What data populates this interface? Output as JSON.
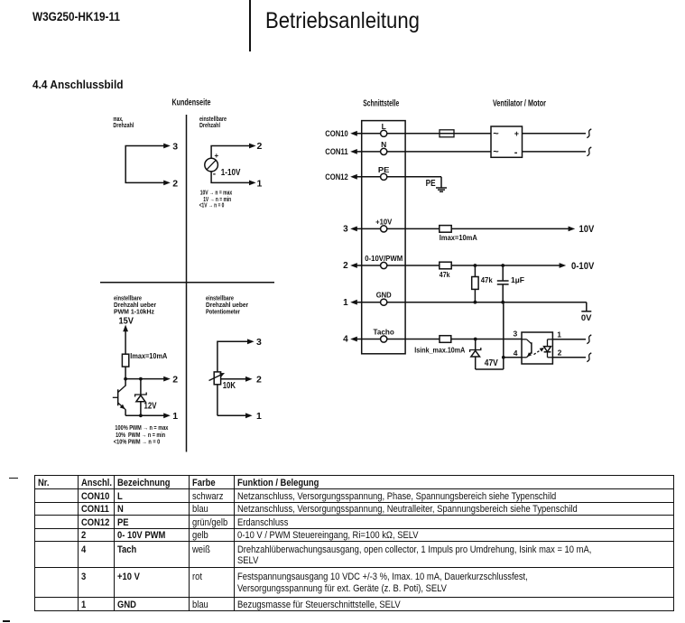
{
  "header": {
    "model": "W3G250-HK19-11",
    "title": "Betriebsanleitung"
  },
  "section": {
    "heading": "4.4 Anschlussbild"
  },
  "diagram": {
    "headings": {
      "customer": "Kundenseite",
      "interface": "Schnittstelle",
      "motor": "Ventilator / Motor"
    },
    "q_max": {
      "caption1": "max,",
      "caption2": "Drehzahl",
      "t_top": "3",
      "t_bot": "2"
    },
    "q_analog": {
      "caption1": "einstellbare",
      "caption2": "Drehzahl",
      "plus": "+",
      "minus": "-",
      "source": "1-10V",
      "t_top": "2",
      "t_bot": "1",
      "note1": "10V → n = max",
      "note2": "1V → n = min",
      "note3": "<1V → n = 0"
    },
    "q_pwm": {
      "caption1": "einstellbare",
      "caption2": "Drehzahl ueber",
      "caption3": "PWM 1-10kHz",
      "supply": "15V",
      "resistor": "Imax=10mA",
      "t_mid": "2",
      "zener": "12V",
      "t_bot": "1",
      "note1": "100% PWM → n = max",
      "note2": "10%  PWM → n = min",
      "note3": "<10% PWM → n = 0"
    },
    "q_poti": {
      "caption1": "einstellbare",
      "caption2": "Drehzahl ueber",
      "caption3": "Potentiometer",
      "pot": "10K",
      "t_top": "3",
      "t_mid": "2",
      "t_bot": "1"
    },
    "interface": {
      "left_labels": [
        "CON10",
        "CON11",
        "CON12",
        "3",
        "2",
        "1",
        "4"
      ],
      "terminals": [
        "L",
        "N",
        "PE",
        "+10V",
        "0-10V/PWM",
        "GND",
        "Tacho"
      ]
    },
    "right": {
      "pe_ground": "PE",
      "rectifier": {
        "ac_top": "~",
        "plus": "+",
        "ac_bot": "~",
        "minus": "-"
      },
      "r_10v": "Imax=10mA",
      "out_10v": "10V",
      "r_47k_series": "47k",
      "r_47k_shunt": "47k",
      "cap_1uf": "1µF",
      "out_0_10v": "0-10V",
      "gnd_0v": "0V",
      "r_tacho": "Isink_max.10mA",
      "zener": "47V",
      "opto": {
        "p3": "3",
        "p4": "4",
        "p1": "1",
        "p2": "2"
      }
    }
  },
  "table": {
    "headers": [
      "Nr.",
      "Anschl.",
      "Bezeichnung",
      "Farbe",
      "Funktion / Belegung"
    ],
    "rows": [
      {
        "nr": "",
        "anschl": "CON10",
        "bezeichnung": "L",
        "farbe": "schwarz",
        "funktion": "Netzanschluss, Versorgungsspannung, Phase, Spannungsbereich siehe Typenschild"
      },
      {
        "nr": "",
        "anschl": "CON11",
        "bezeichnung": "N",
        "farbe": "blau",
        "funktion": "Netzanschluss, Versorgungsspannung, Neutralleiter, Spannungsbereich siehe Typenschild"
      },
      {
        "nr": "",
        "anschl": "CON12",
        "bezeichnung": "PE",
        "farbe": "grün/gelb",
        "funktion": "Erdanschluss"
      },
      {
        "nr": "",
        "anschl": "2",
        "bezeichnung": "0- 10V PWM",
        "farbe": "gelb",
        "funktion": "0-10 V / PWM Steuereingang, Ri=100 kΩ, SELV"
      },
      {
        "nr": "",
        "anschl": "4",
        "bezeichnung": "Tach",
        "farbe": "weiß",
        "funktion": "Drehzahlüberwachungsausgang, open collector, 1 Impuls pro Umdrehung, Isink max = 10 mA,\nSELV"
      },
      {
        "nr": "",
        "anschl": "3",
        "bezeichnung": "+10 V",
        "farbe": "rot",
        "funktion": "Festspannungsausgang 10 VDC +/-3 %, Imax. 10 mA, Dauerkurzschlussfest,\nVersorgungsspannung für ext. Geräte (z. B. Poti), SELV"
      },
      {
        "nr": "",
        "anschl": "1",
        "bezeichnung": "GND",
        "farbe": "blau",
        "funktion": "Bezugsmasse für Steuerschnittstelle, SELV"
      }
    ]
  },
  "margin": {
    "dash_top": "–",
    "dash_bottom": "–"
  }
}
